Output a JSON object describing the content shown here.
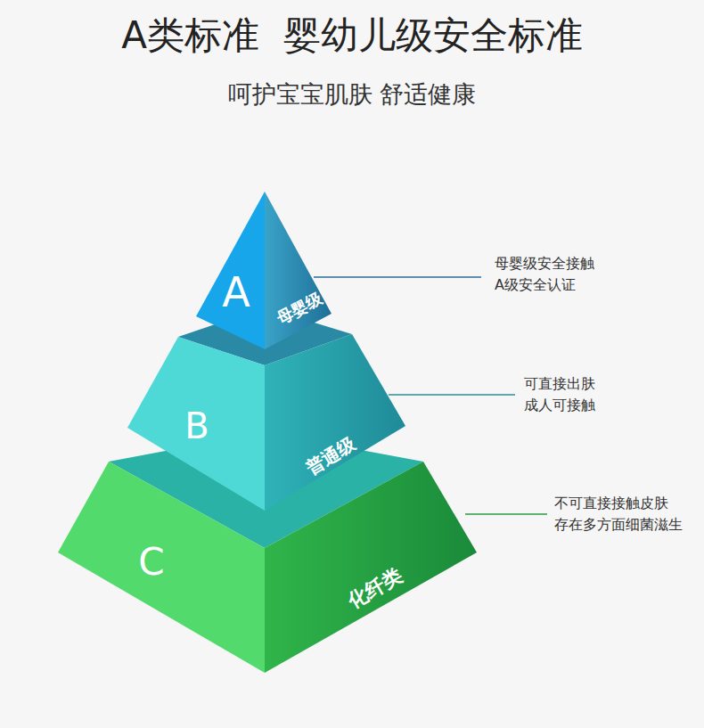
{
  "diagram": {
    "title": "A类标准  婴幼儿级安全标准",
    "nodes": [
      {
        "text": [
          "A",
          "母婴级"
        ]
      },
      {
        "text": [
          "B",
          "普通级"
        ]
      },
      {
        "text": [
          "C",
          "化纤类"
        ]
      }
    ],
    "labels": [
      "呵护宝宝肌肤 舒适健康",
      "母婴级安全接触 A级安全认证",
      "可直接出肤 成人可接触",
      "不可直接接触皮肤 存在多方面细菌滋生"
    ]
  }
}
